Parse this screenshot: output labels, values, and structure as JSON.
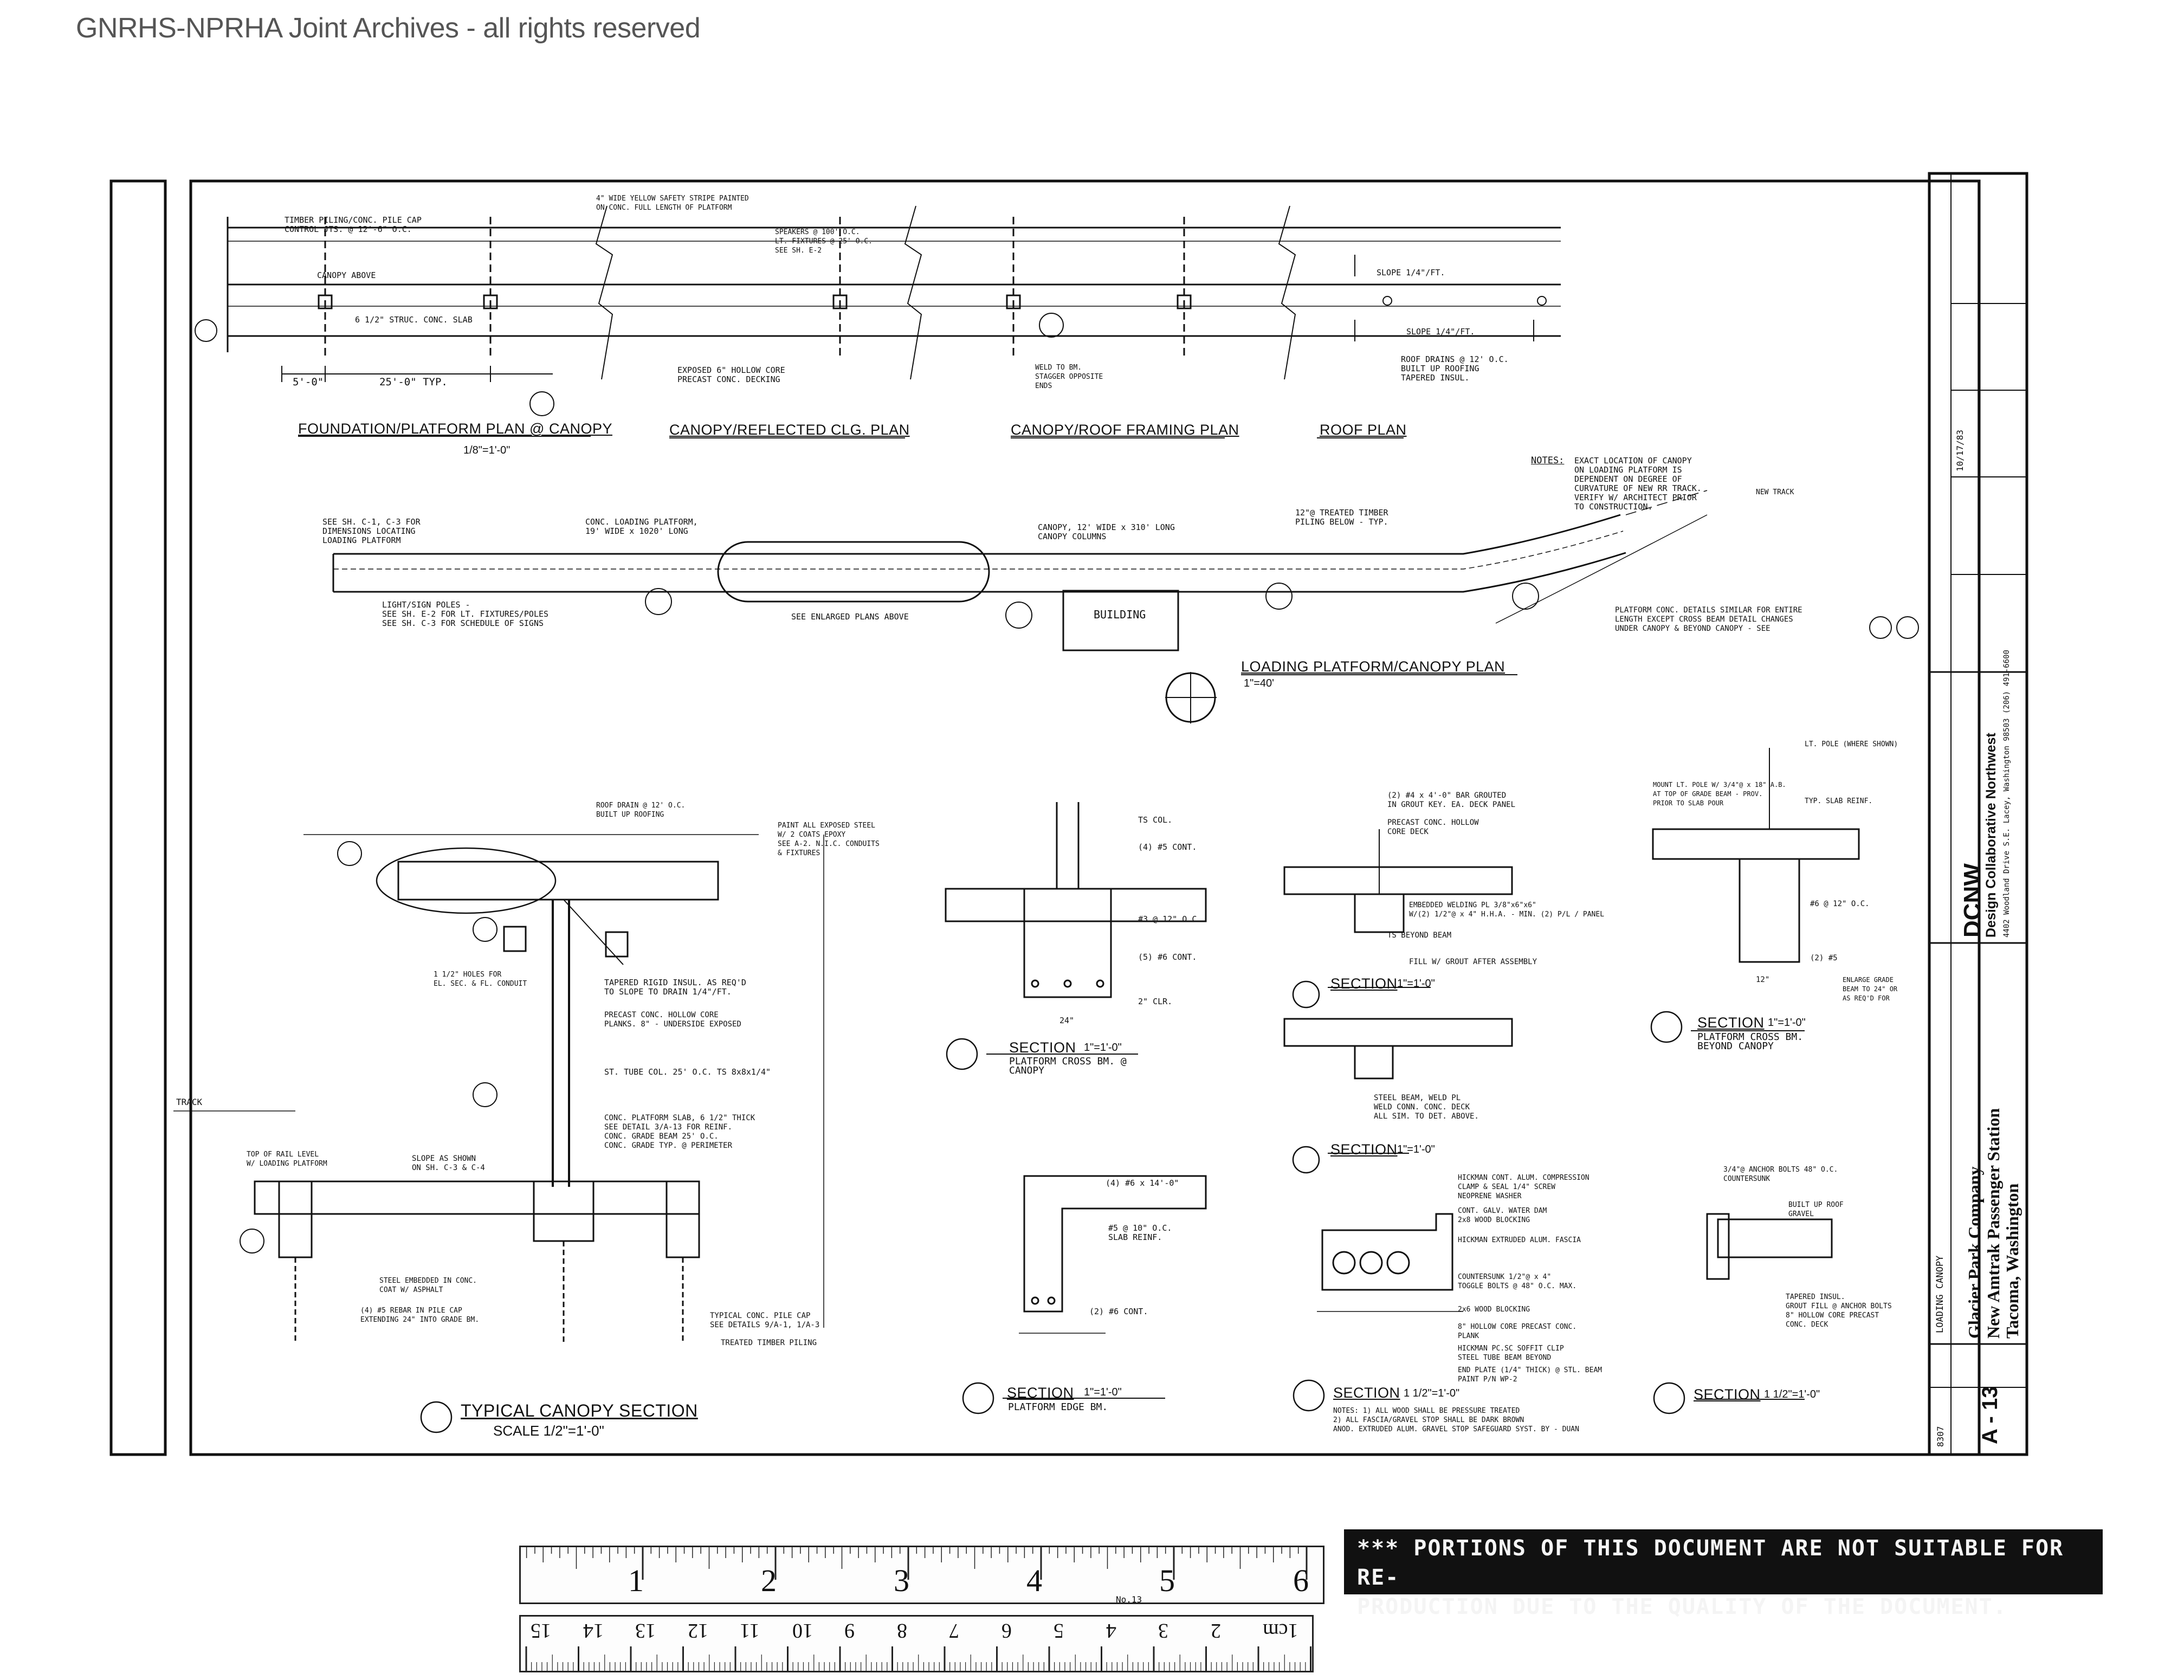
{
  "watermark": "GNRHS-NPRHA Joint Archives - all rights reserved",
  "views": {
    "foundation_title": "FOUNDATION/PLATFORM PLAN @ CANOPY",
    "foundation_scale": "1/8\"=1'-0\"",
    "canopy_reflected_title": "CANOPY/REFLECTED CLG. PLAN",
    "canopy_roof_title": "CANOPY/ROOF FRAMING PLAN",
    "roof_title": "ROOF PLAN",
    "loading_title": "LOADING PLATFORM/CANOPY PLAN",
    "loading_scale": "1\"=40'",
    "typical_title": "TYPICAL CANOPY SECTION",
    "typical_scale": "SCALE 1/2\"=1'-0\"",
    "sec2_title": "SECTION",
    "sec2_scale": "1\"=1'-0\"",
    "sec2_sub": "PLATFORM CROSS BM. @ CANOPY",
    "sec3_title": "SECTION",
    "sec3_scale": "1\"=1'-0\"",
    "sec3_sub": "PLATFORM EDGE BM.",
    "sec4_title": "SECTION",
    "sec4_scale": "1\"=1'-0\"",
    "sec5_title": "SECTION",
    "sec5_scale": "1\"=1'-0\"",
    "sec6_title": "SECTION",
    "sec6_scale": "1 1/2\"=1'-0\"",
    "sec7_title": "SECTION",
    "sec7_scale": "1 1/2\"=1'-0\"",
    "sec8_title": "SECTION",
    "sec8_scale": "1\"=1'-0\"",
    "sec8_sub": "PLATFORM CROSS BM. BEYOND CANOPY"
  },
  "notes": {
    "plan_a": "TIMBER PILING/CONC. PILE CAP\nCONTROL JTS. @ 12'-6\" O.C.",
    "plan_b": "CANOPY ABOVE",
    "plan_c": "4\" WIDE YELLOW SAFETY STRIPE PAINTED\nON CONC. FULL LENGTH OF PLATFORM",
    "plan_d": "SPEAKERS @ 100' O.C.\nLT. FIXTURES @ 25' O.C.\nSEE SH. E-2",
    "plan_e": "EXPOSED 6\" HOLLOW CORE\nPRECAST CONC. DECKING",
    "plan_f": "WELD TO BM.\nSTAGGER OPPOSITE\nENDS",
    "plan_g": "SLOPE 1/4\"/FT.",
    "plan_h": "ROOF DRAINS @ 12' O.C.\nBUILT UP ROOFING\nTAPERED INSUL.",
    "plan_i": "6 1/2\" STRUC. CONC. SLAB",
    "dim_a": "5'-0\"",
    "dim_b": "25'-0\" TYP.",
    "loading_a": "SEE SH. C-1, C-3 FOR\nDIMENSIONS LOCATING\nLOADING PLATFORM",
    "loading_b": "CONC. LOADING PLATFORM,\n19' WIDE x 1020' LONG",
    "loading_c": "CANOPY, 12' WIDE x 310' LONG\nCANOPY COLUMNS",
    "loading_d": "12\"@ TREATED TIMBER\nPILING BELOW - TYP.",
    "loading_e": "LIGHT/SIGN POLES -\nSEE SH. E-2 FOR LT. FIXTURES/POLES\nSEE SH. C-3 FOR SCHEDULE OF SIGNS",
    "loading_f": "SEE ENLARGED PLANS ABOVE",
    "building": "BUILDING",
    "notes_hdr": "NOTES:",
    "notes_body": "EXACT LOCATION OF CANOPY\nON LOADING PLATFORM IS\nDEPENDENT ON DEGREE OF\nCURVATURE OF NEW RR TRACK.\nVERIFY W/ ARCHITECT PRIOR\nTO CONSTRUCTION.",
    "new_track": "NEW TRACK",
    "platform_note": "PLATFORM CONC. DETAILS SIMILAR FOR ENTIRE\nLENGTH EXCEPT CROSS BEAM DETAIL CHANGES\nUNDER CANOPY & BEYOND CANOPY - SEE",
    "typ_a": "ROOF DRAIN @ 12' O.C.\nBUILT UP ROOFING",
    "typ_b": "PAINT ALL EXPOSED STEEL\nW/ 2 COATS EPOXY\nSEE A-2. N.I.C. CONDUITS\n& FIXTURES",
    "typ_c": "TAPERED RIGID INSUL. AS REQ'D\nTO SLOPE TO DRAIN 1/4\"/FT.",
    "typ_d": "PRECAST CONC. HOLLOW CORE\nPLANKS. 8\" - UNDERSIDE EXPOSED",
    "typ_e": "ST. TUBE COL. 25' O.C. TS 8x8x1/4\"",
    "typ_f": "CONC. PLATFORM SLAB, 6 1/2\" THICK\nSEE DETAIL 3/A-13 FOR REINF.\nCONC. GRADE BEAM 25' O.C.\nCONC. GRADE TYP. @ PERIMETER",
    "typ_g": "TOP OF RAIL LEVEL\nW/ LOADING PLATFORM",
    "typ_h": "SLOPE AS SHOWN\nON SH. C-3 & C-4",
    "typ_i": "TYPICAL CONC. PILE CAP\nSEE DETAILS 9/A-1, 1/A-3",
    "typ_j": "TREATED TIMBER PILING",
    "typ_k": "STEEL EMBEDDED IN CONC.\nCOAT W/ ASPHALT",
    "typ_l": "(4) #5 REBAR IN PILE CAP\nEXTENDING 24\" INTO GRADE BM.",
    "typ_m": "1 1/2\" HOLES FOR\nEL. SEC. & FL. CONDUIT",
    "track": "TRACK",
    "sec2_a": "TS COL.",
    "sec2_b": "(4) #5 CONT.",
    "sec2_c": "#3 @ 12\" O.C.",
    "sec2_d": "(5) #6 CONT.",
    "sec2_e": "2\" CLR.",
    "sec2_f": "24\"",
    "sec3_a": "(4) #6 x 14'-0\"",
    "sec3_b": "#5 @ 10\" O.C.\nSLAB REINF.",
    "sec3_c": "(2) #6 CONT.",
    "sec4_a": "(2) #4 x 4'-0\" BAR GROUTED\nIN GROUT KEY. EA. DECK PANEL",
    "sec4_b": "PRECAST CONC. HOLLOW\nCORE DECK",
    "sec4_c": "EMBEDDED WELDING PL 3/8\"x6\"x6\"\nW/(2) 1/2\"@ x 4\" H.H.A. - MIN. (2) P/L / PANEL",
    "sec4_d": "TS BEYOND BEAM",
    "sec4_e": "FILL W/ GROUT AFTER ASSEMBLY",
    "sec5_a": "STEEL BEAM, WELD PL\nWELD CONN. CONC. DECK\nALL SIM. TO DET. ABOVE.",
    "sec7_a": "HICKMAN CONT. ALUM. COMPRESSION\nCLAMP & SEAL 1/4\" SCREW\nNEOPRENE WASHER",
    "sec7_b": "CONT. GALV. WATER DAM\n2x8 WOOD BLOCKING",
    "sec7_c": "HICKMAN EXTRUDED ALUM. FASCIA",
    "sec7_d": "COUNTERSUNK 1/2\"@ x 4\"\nTOGGLE BOLTS @ 48\" O.C. MAX.",
    "sec7_e": "2x6 WOOD BLOCKING",
    "sec7_f": "8\" HOLLOW CORE PRECAST CONC.\nPLANK",
    "sec7_g": "HICKMAN PC.SC SOFFIT CLIP\nSTEEL TUBE BEAM BEYOND",
    "sec7_h": "END PLATE (1/4\" THICK) @ STL. BEAM\nPAINT P/N WP-2",
    "sec7_notes": "NOTES: 1) ALL WOOD SHALL BE PRESSURE TREATED\n2) ALL FASCIA/GRAVEL STOP SHALL BE DARK BROWN\nANOD. EXTRUDED ALUM. GRAVEL STOP SAFEGUARD SYST. BY - DUAN",
    "sec6_a": "3/4\"@ ANCHOR BOLTS 48\" O.C.\nCOUNTERSUNK",
    "sec6_b": "BUILT UP ROOF\nGRAVEL",
    "sec6_c": "TAPERED INSUL.\nGROUT FILL @ ANCHOR BOLTS\n8\" HOLLOW CORE PRECAST\nCONC. DECK",
    "sec8_a": "LT. POLE (WHERE SHOWN)",
    "sec8_b": "MOUNT LT. POLE W/ 3/4\"@ x 18\" A.B.\nAT TOP OF GRADE BEAM - PROV.\nPRIOR TO SLAB POUR",
    "sec8_c": "TYP. SLAB REINF.",
    "sec8_d": "#6 @ 12\" O.C.",
    "sec8_e": "(2) #5",
    "sec8_f": "ENLARGE GRADE\nBEAM TO 24\" OR\nAS REQ'D FOR",
    "sec8_g": "12\""
  },
  "title_block": {
    "firm_short": "DCNW",
    "firm_name": "Design Collaborative Northwest",
    "firm_address": "4402 Woodland Drive S.E.\nLacey, Washington 98503 (206) 491-6600",
    "project_line1": "Glacier Park Company",
    "project_line2": "New Amtrak Passenger Station",
    "project_line3": "Tacoma, Washington",
    "sheet_title": "LOADING CANOPY",
    "sheet_no": "A - 13",
    "job_no": "8307",
    "date": "10/17/83"
  },
  "ruler": {
    "upper": [
      "1",
      "2",
      "3",
      "4",
      "5",
      "6"
    ],
    "model_no": "No.13",
    "lower": [
      "15",
      "14",
      "13",
      "12",
      "11",
      "10",
      "9",
      "8",
      "7",
      "6",
      "5",
      "4",
      "3",
      "2",
      "1cm"
    ]
  },
  "stamp_text": "*** PORTIONS OF THIS DOCUMENT ARE NOT SUITABLE FOR RE-\nPRODUCTION DUE TO THE QUALITY OF THE DOCUMENT."
}
